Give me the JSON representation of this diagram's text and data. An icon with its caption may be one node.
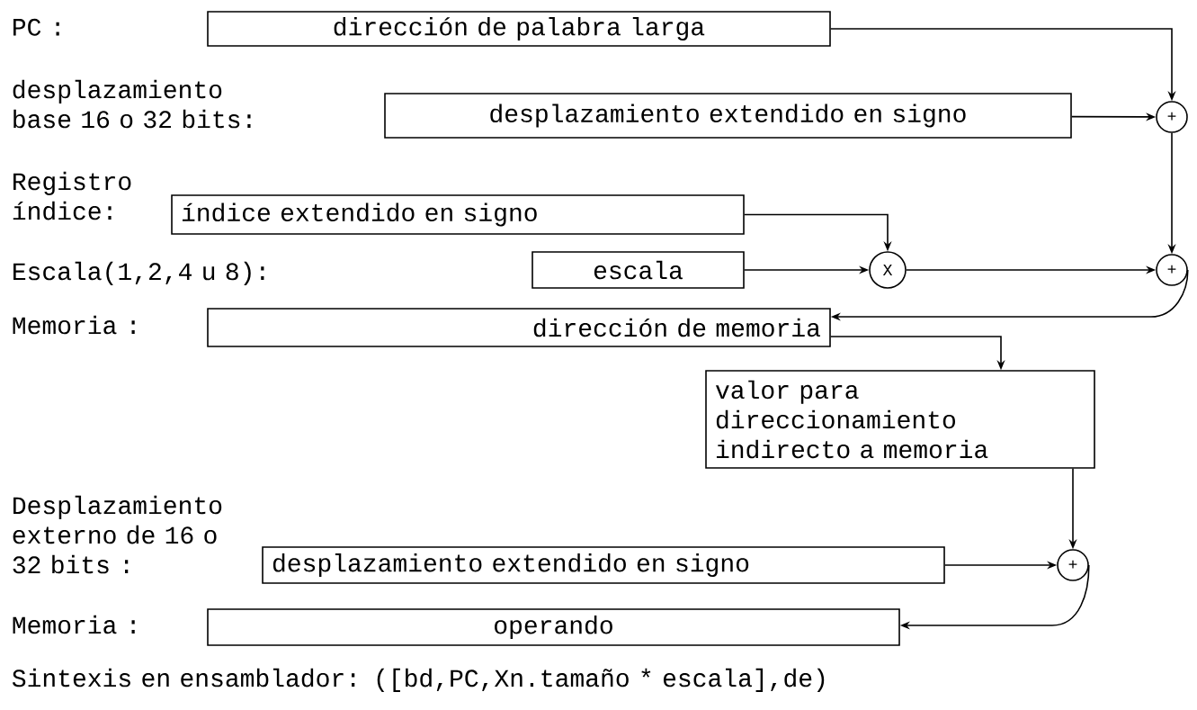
{
  "diagram": {
    "nodes": [
      {
        "text": [
          "dirección de palabra larga"
        ]
      },
      {
        "text": [
          "desplazamiento extendido en signo"
        ]
      },
      {
        "text": [
          "índice extendido en signo"
        ],
        "beside": [
          "Registro índice:"
        ]
      },
      {
        "text": [
          "escala"
        ]
      },
      {
        "text": [
          "X"
        ]
      },
      {
        "text": [
          "+"
        ]
      },
      {
        "text": [
          "+"
        ]
      },
      {
        "text": [
          "dirección de memoria"
        ],
        "beside": [
          "Memoria :"
        ]
      },
      {
        "text": [
          "valor para direccionamiento indirecto a memoria"
        ]
      },
      {
        "text": [
          "desplazamiento extendido en signo"
        ],
        "beside": [
          "Desplazamiento externo de 16 o 32 bits :"
        ]
      },
      {
        "text": [
          "+"
        ]
      },
      {
        "text": [
          "operando"
        ],
        "beside": [
          "Memoria :"
        ]
      }
    ],
    "edges": [
      {
        "from": 0,
        "to": 5,
        "arrow": "to"
      },
      {
        "from": 1,
        "to": 5,
        "arrow": "to"
      },
      {
        "from": 2,
        "to": 4,
        "arrow": "to"
      },
      {
        "from": 3,
        "to": 4,
        "arrow": "to"
      },
      {
        "from": 4,
        "to": 6,
        "arrow": "to"
      },
      {
        "from": 5,
        "to": 6,
        "arrow": "to"
      },
      {
        "from": 6,
        "to": 7,
        "arrow": "to"
      },
      {
        "from": 7,
        "to": 8,
        "arrow": "to"
      },
      {
        "from": 8,
        "to": 10,
        "arrow": "to"
      },
      {
        "from": 9,
        "to": 10,
        "arrow": "to"
      },
      {
        "from": 10,
        "to": 11,
        "arrow": "to"
      }
    ],
    "labels": [
      "PC :",
      "desplazamiento base 16 o 32 bits:",
      "Escala(1,2,4 u 8):",
      "Sintexis en ensamblador: ([bd,PC,Xn.tamaño * escala],de)"
    ]
  }
}
